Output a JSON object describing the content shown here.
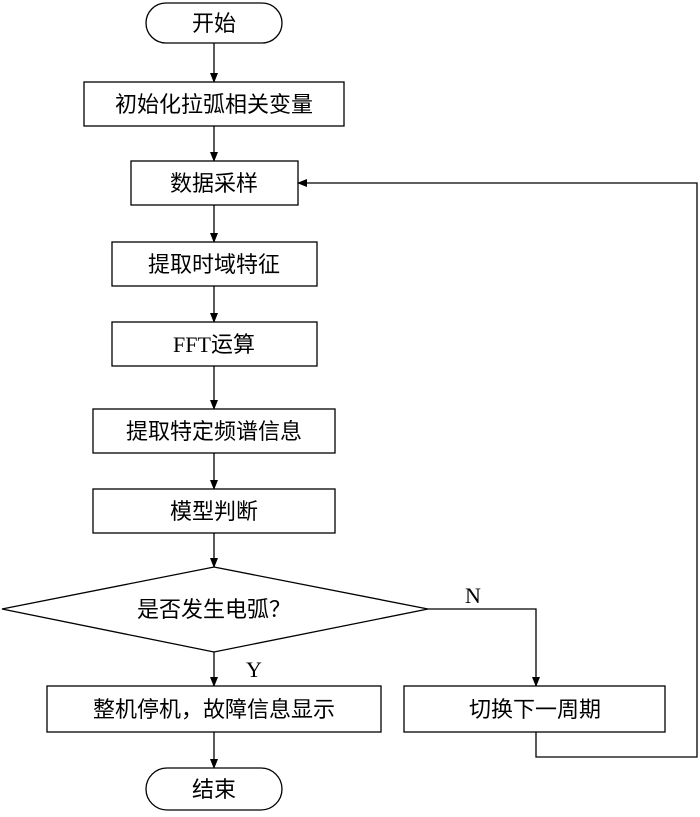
{
  "flowchart": {
    "start": "开始",
    "steps": [
      "初始化拉弧相关变量",
      "数据采样",
      "提取时域特征",
      "FFT运算",
      "提取特定频谱信息",
      "模型判断"
    ],
    "decision": "是否发生电弧？",
    "yes_label": "Y",
    "no_label": "N",
    "yes_action": "整机停机，故障信息显示",
    "no_action": "切换下一周期",
    "end": "结束"
  }
}
